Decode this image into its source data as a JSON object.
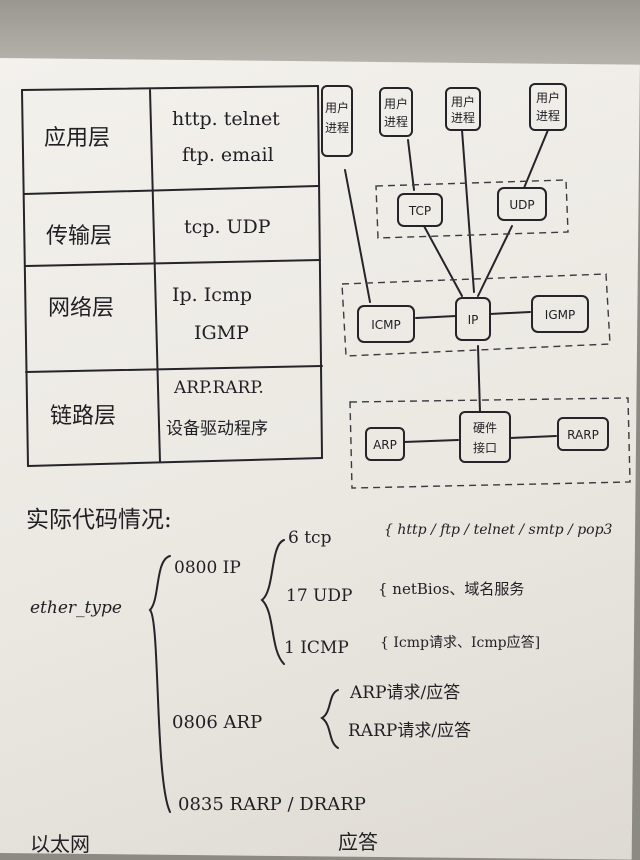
{
  "layer_table": [
    {
      "layer": "应用层",
      "protocols_line1": "http. telnet",
      "protocols_line2": "ftp. email"
    },
    {
      "layer": "传输层",
      "protocols_line1": "tcp. UDP",
      "protocols_line2": ""
    },
    {
      "layer": "网络层",
      "protocols_line1": "Ip. Icmp",
      "protocols_line2": "IGMP"
    },
    {
      "layer": "链路层",
      "protocols_line1": "ARP.RARP.",
      "protocols_line2": "设备驱动程序"
    }
  ],
  "diagram": {
    "user_process_1": [
      "用户",
      "进程"
    ],
    "user_process_2": [
      "用户",
      "进程"
    ],
    "user_process_3": [
      "用户",
      "进程"
    ],
    "user_process_4": [
      "用户",
      "进程"
    ],
    "tcp": "TCP",
    "udp": "UDP",
    "icmp": "ICMP",
    "ip": "IP",
    "igmp": "IGMP",
    "arp": "ARP",
    "hardware": [
      "硬件",
      "接口"
    ],
    "rarp": "RARP"
  },
  "notes": {
    "heading": "实际代码情况:",
    "ether_type": "ether_type",
    "ip_code": "0800 IP",
    "proto_tcp": "6 tcp",
    "proto_tcp_detail": "{ http / ftp / telnet / smtp / pop3",
    "proto_udp": "17 UDP",
    "proto_udp_detail": "{ netBios、域名服务",
    "proto_icmp": "1 ICMP",
    "proto_icmp_detail": "{ Icmp请求、Icmp应答]",
    "arp_code": "0806 ARP",
    "arp_req": "ARP请求/应答",
    "rarp_req": "RARP请求/应答",
    "rarp_code": "0835 RARP / DRARP",
    "bottom_left": "以太网",
    "bottom_right": "应答"
  }
}
